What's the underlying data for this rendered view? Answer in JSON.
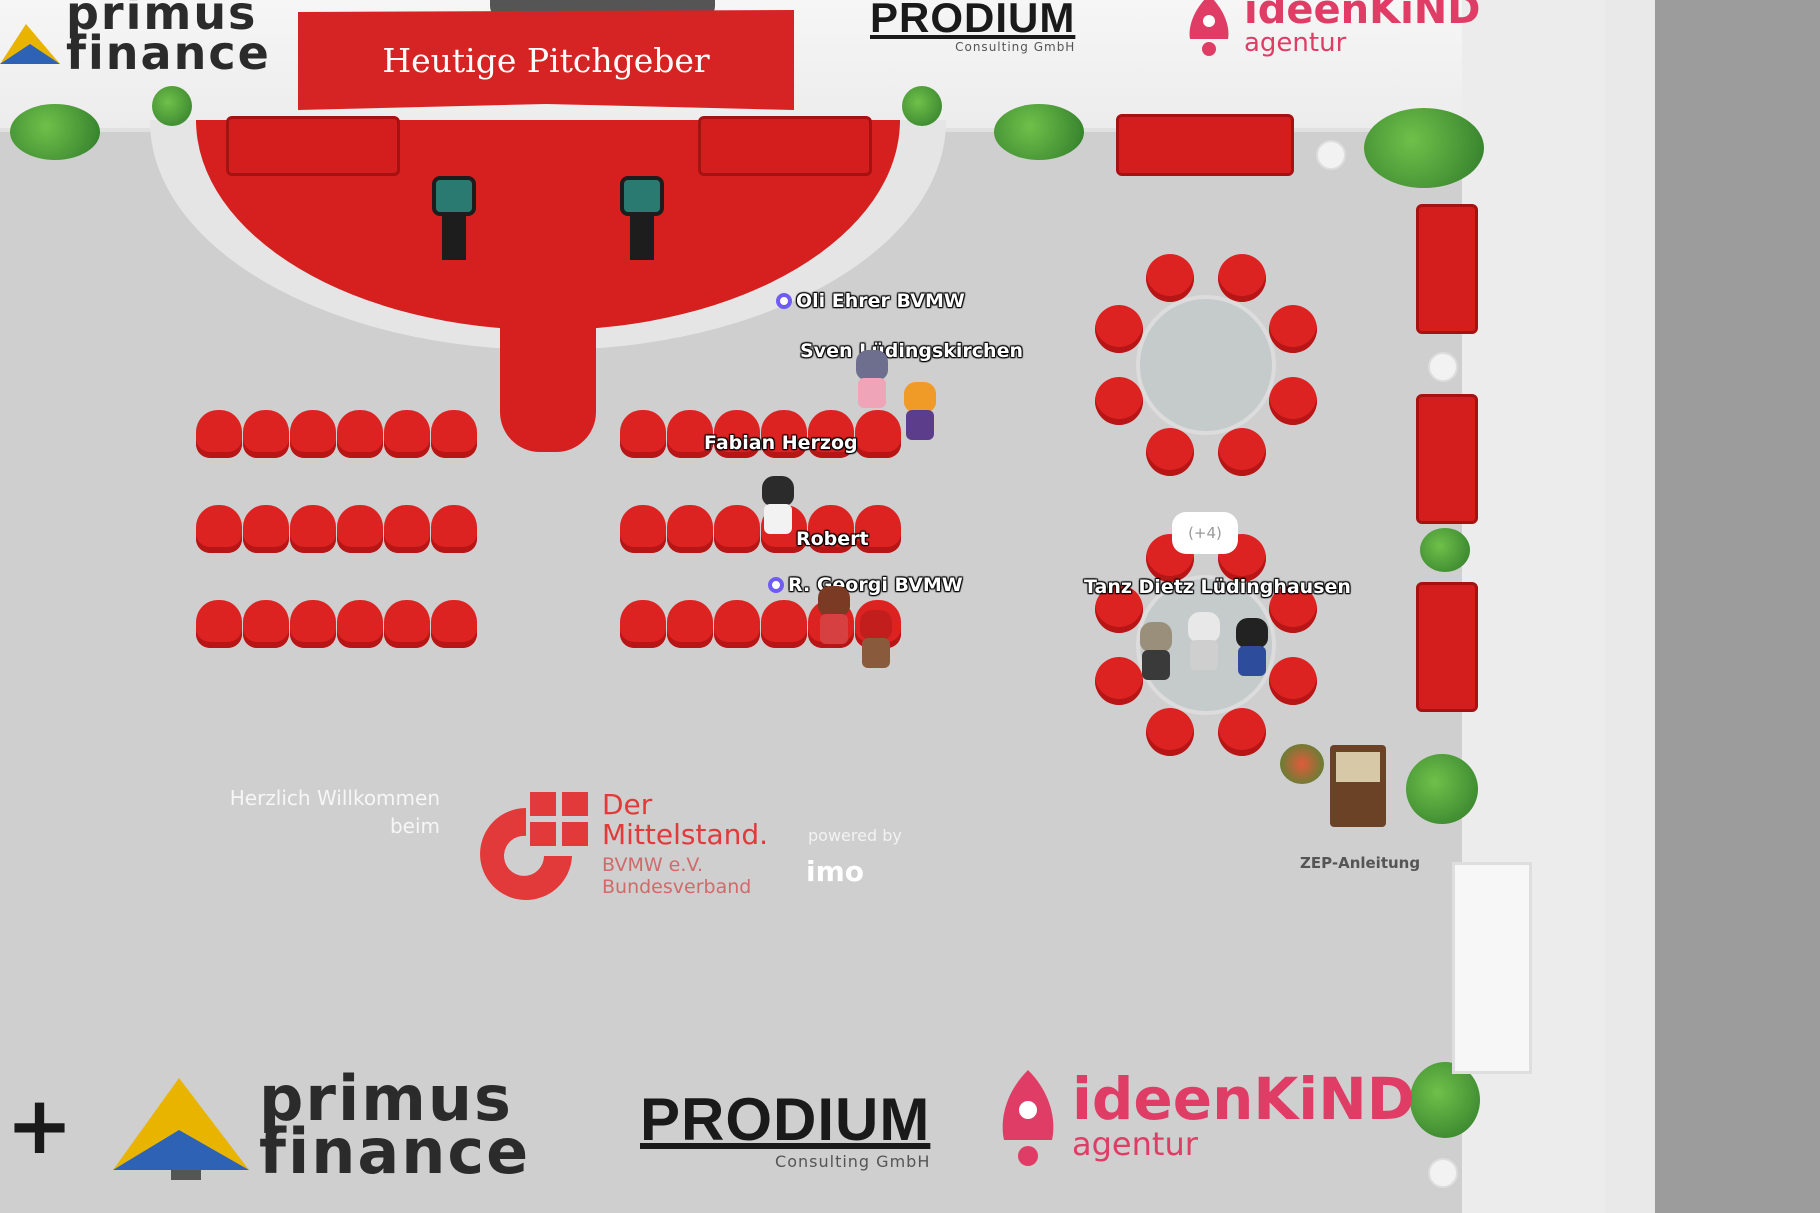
{
  "banner": {
    "title": "Heutige Pitchgeber"
  },
  "sponsors": {
    "primus": {
      "line1": "primus",
      "line2": "finance"
    },
    "prodium": {
      "name": "PRODIUM",
      "sub_top": "Consulting GmbH",
      "sub_bottom": "Consulting GmbH"
    },
    "ideenkind": {
      "name": "ideenKiND",
      "sub": "agentur"
    }
  },
  "players": [
    {
      "label": "Oli Ehrer BVMW",
      "has_status": true
    },
    {
      "label": "Sven Lüdingskirchen",
      "has_status": false
    },
    {
      "label": "Fabian Herzog",
      "has_status": false
    },
    {
      "label": "Robert",
      "has_status": false
    },
    {
      "label": "R. Georgi BVMW",
      "has_status": true
    },
    {
      "label": "Tanz Dietz Lüdinghausen",
      "has_status": false
    }
  ],
  "speech_bubble": "(+4)",
  "welcome": {
    "line1": "Herzlich Willkommen",
    "line2": "beim"
  },
  "mittelstand": {
    "line1": "Der",
    "line2": "Mittelstand.",
    "sub1": "BVMW e.V.",
    "sub2": "Bundesverband"
  },
  "powered": {
    "label": "powered by",
    "brand": "imo"
  },
  "reception": {
    "label": "ZEP-Anleitung"
  },
  "colors": {
    "accent_red": "#d61f1f",
    "ideenkind_pink": "#e03d66",
    "status_purple": "#6f5cf5"
  }
}
